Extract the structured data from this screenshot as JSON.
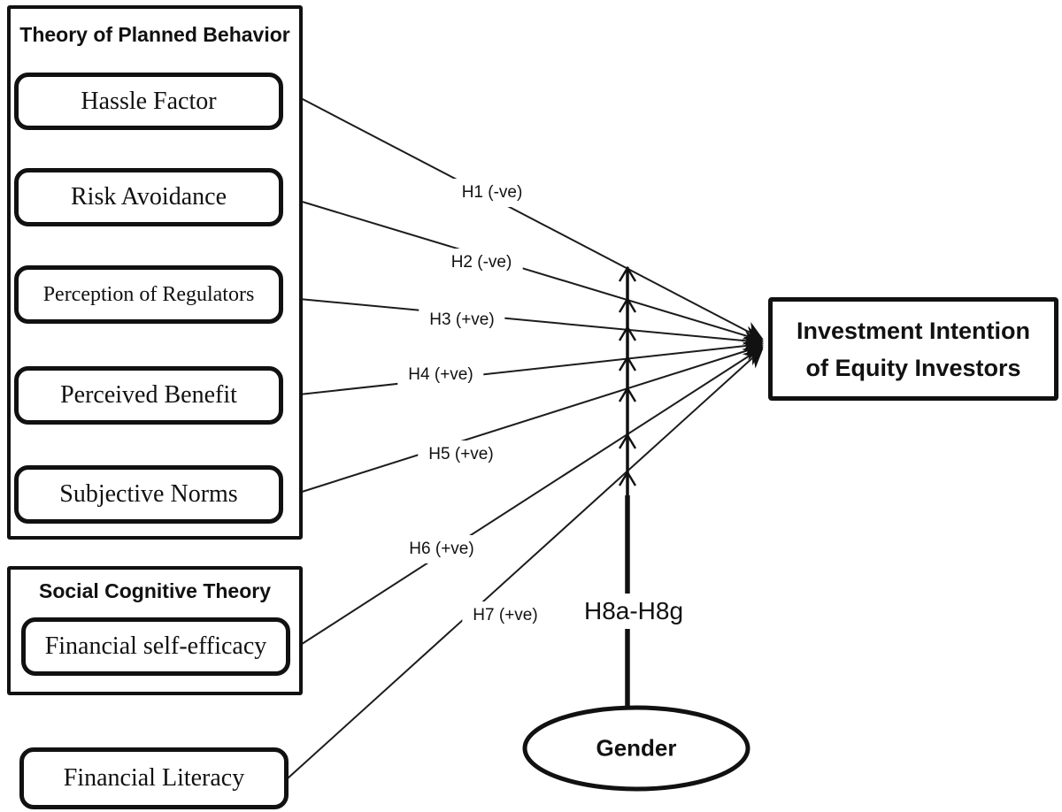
{
  "diagram": {
    "tpb_group": {
      "title": "Theory of Planned Behavior",
      "constructs": [
        "Hassle Factor",
        "Risk Avoidance",
        "Perception of Regulators",
        "Perceived Benefit",
        "Subjective Norms"
      ]
    },
    "sct_group": {
      "title": "Social Cognitive Theory",
      "construct": "Financial self-efficacy"
    },
    "standalone_construct": "Financial Literacy",
    "outcome": {
      "line1": "Investment Intention",
      "line2": "of Equity Investors"
    },
    "moderator": "Gender",
    "hypotheses": [
      "H1 (-ve)",
      "H2 (-ve)",
      "H3 (+ve)",
      "H4 (+ve)",
      "H5 (+ve)",
      "H6 (+ve)",
      "H7 (+ve)"
    ],
    "moderation_label": "H8a-H8g",
    "colors": {
      "ink": "#111111",
      "background": "#ffffff"
    }
  }
}
